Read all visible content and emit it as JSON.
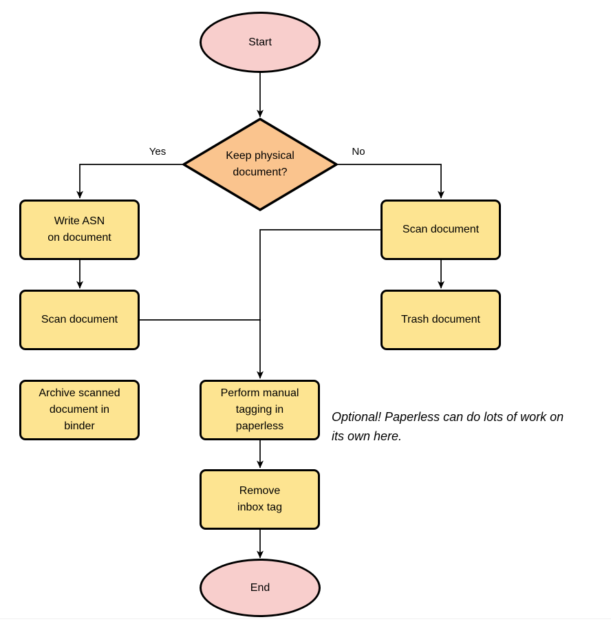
{
  "diagram": {
    "colors": {
      "terminal_fill": "#f8cecc",
      "decision_fill": "#fac48e",
      "process_fill": "#fde491",
      "stroke": "#000000"
    },
    "nodes": {
      "start": "Start",
      "decision": "Keep physical\ndocument?",
      "write_asn": "Write ASN\non document",
      "scan_left": "Scan document",
      "archive": "Archive scanned\ndocument in\nbinder",
      "scan_right": "Scan document",
      "trash": "Trash document",
      "perform_tagging": "Perform manual\ntagging in\npaperless",
      "remove_inbox": "Remove\ninbox tag",
      "end": "End"
    },
    "edge_labels": {
      "yes": "Yes",
      "no": "No"
    },
    "note": "Optional! Paperless can do lots of work on\nits own here."
  }
}
